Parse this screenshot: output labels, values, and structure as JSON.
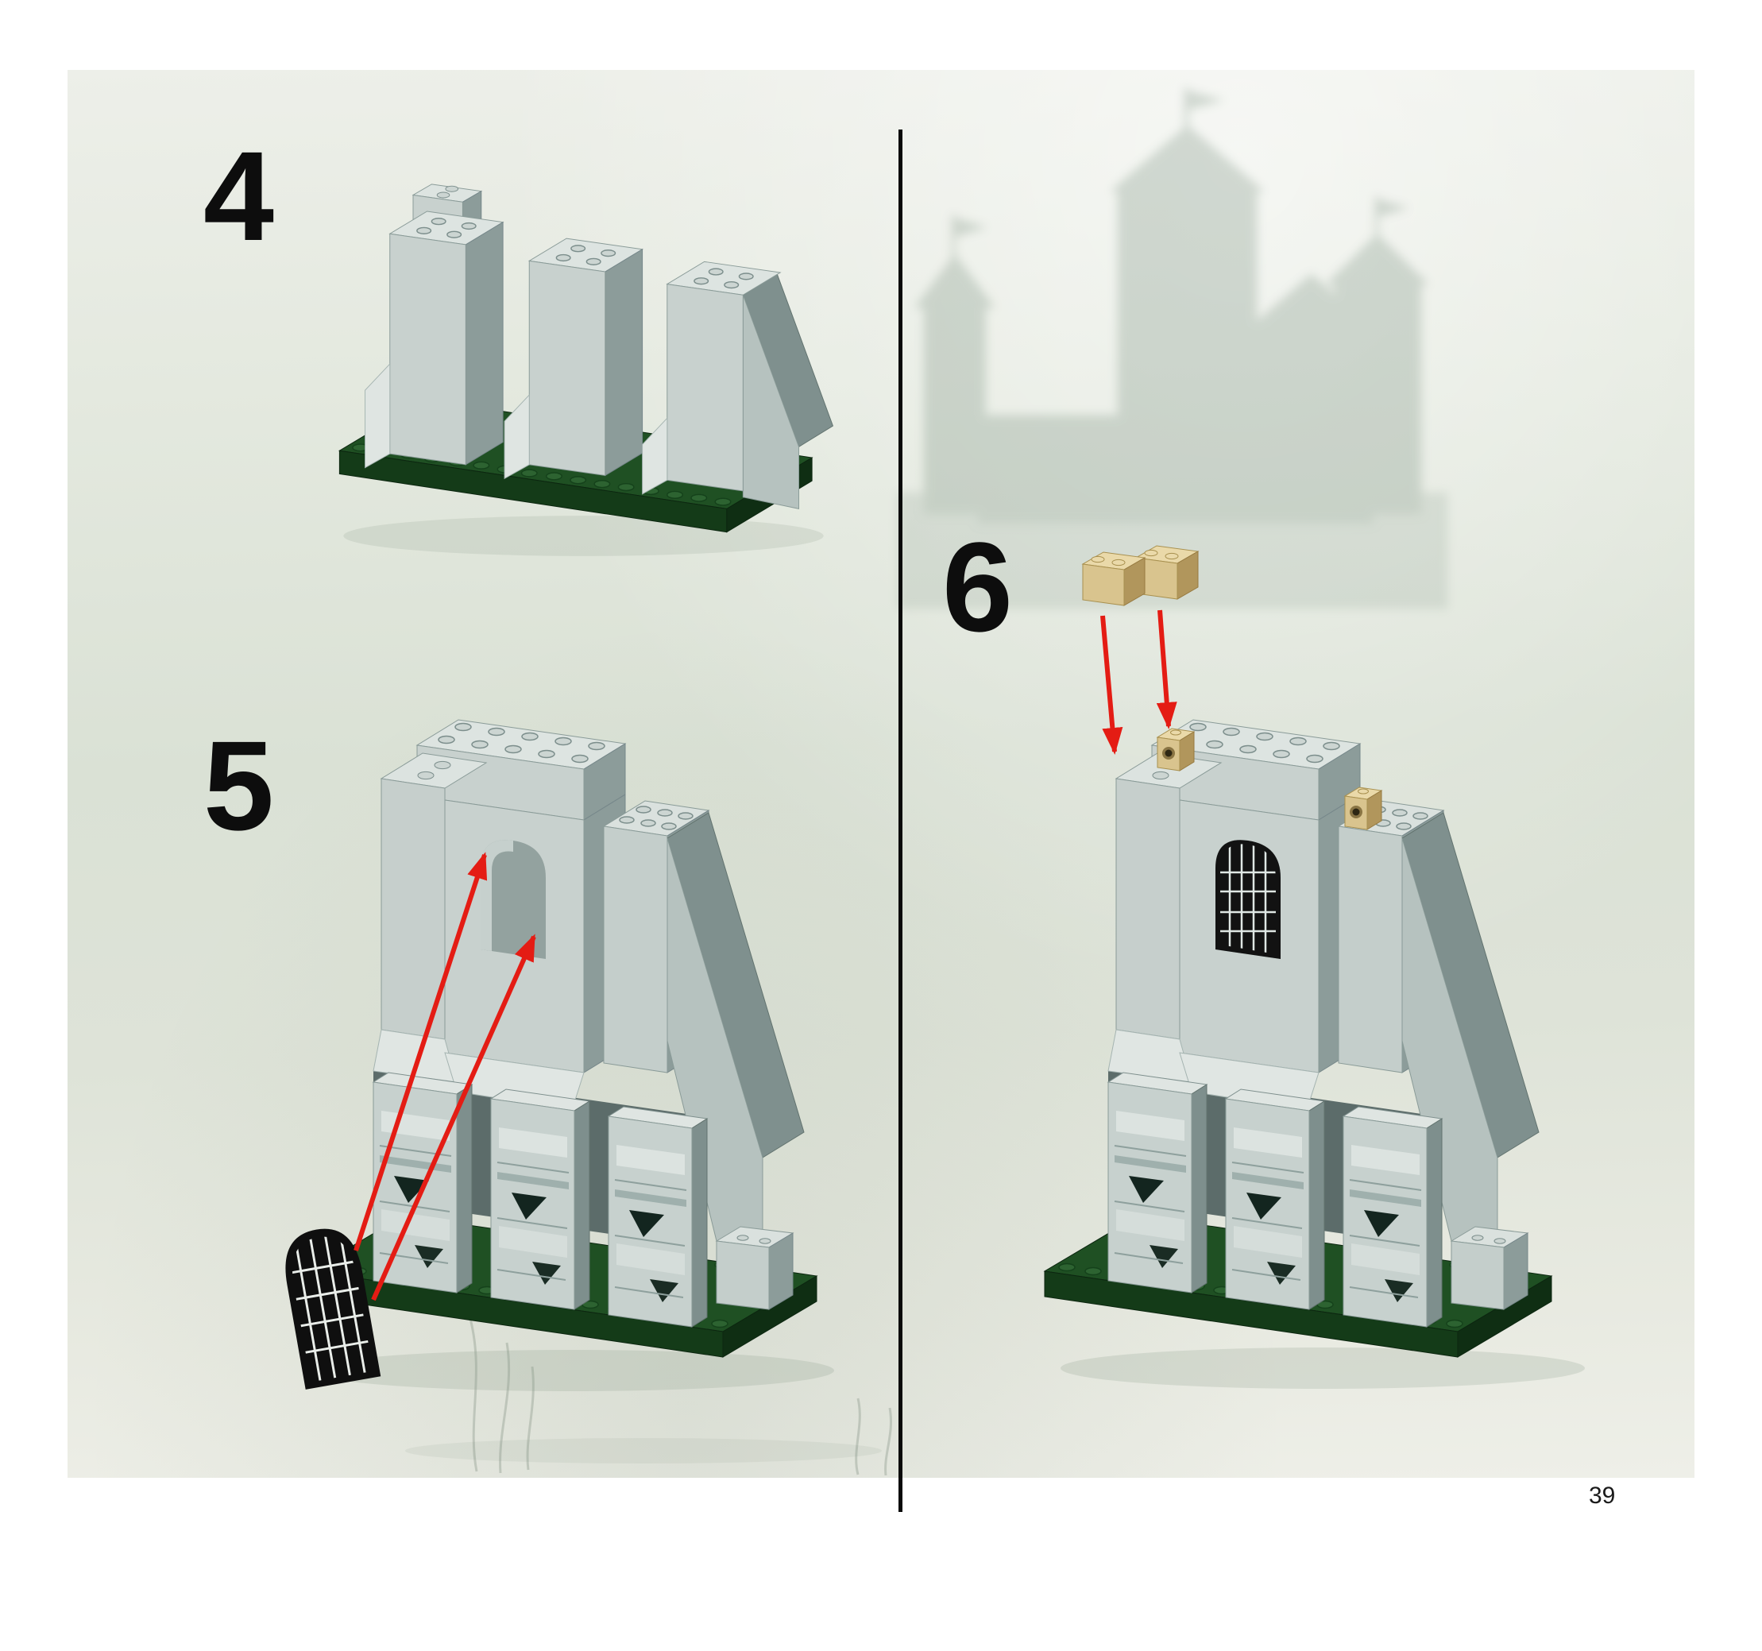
{
  "page": {
    "number": "39"
  },
  "steps": [
    {
      "number": "4"
    },
    {
      "number": "5"
    },
    {
      "number": "6"
    }
  ],
  "illustrations": {
    "step4": "three-grey-rock-wall-bricks-on-green-baseplate",
    "step5": "castle-wall-with-arch-opening-black-lattice-window-and-red-placement-arrows",
    "step6": "castle-wall-with-installed-lattice-window-tan-technic-bricks-and-red-placement-arrows"
  },
  "colors": {
    "divider": "#0a0a0a",
    "step_number_text": "#0d0d0d",
    "baseplate_green": "#1f5023",
    "brick_grey_light": "#c8d1ce",
    "brick_grey_dark": "#7f908e",
    "tan_brick": "#d9c48e",
    "arrow_red": "#e41c14",
    "window_black": "#0f0f0f",
    "watermark_green": "#7d9383"
  }
}
